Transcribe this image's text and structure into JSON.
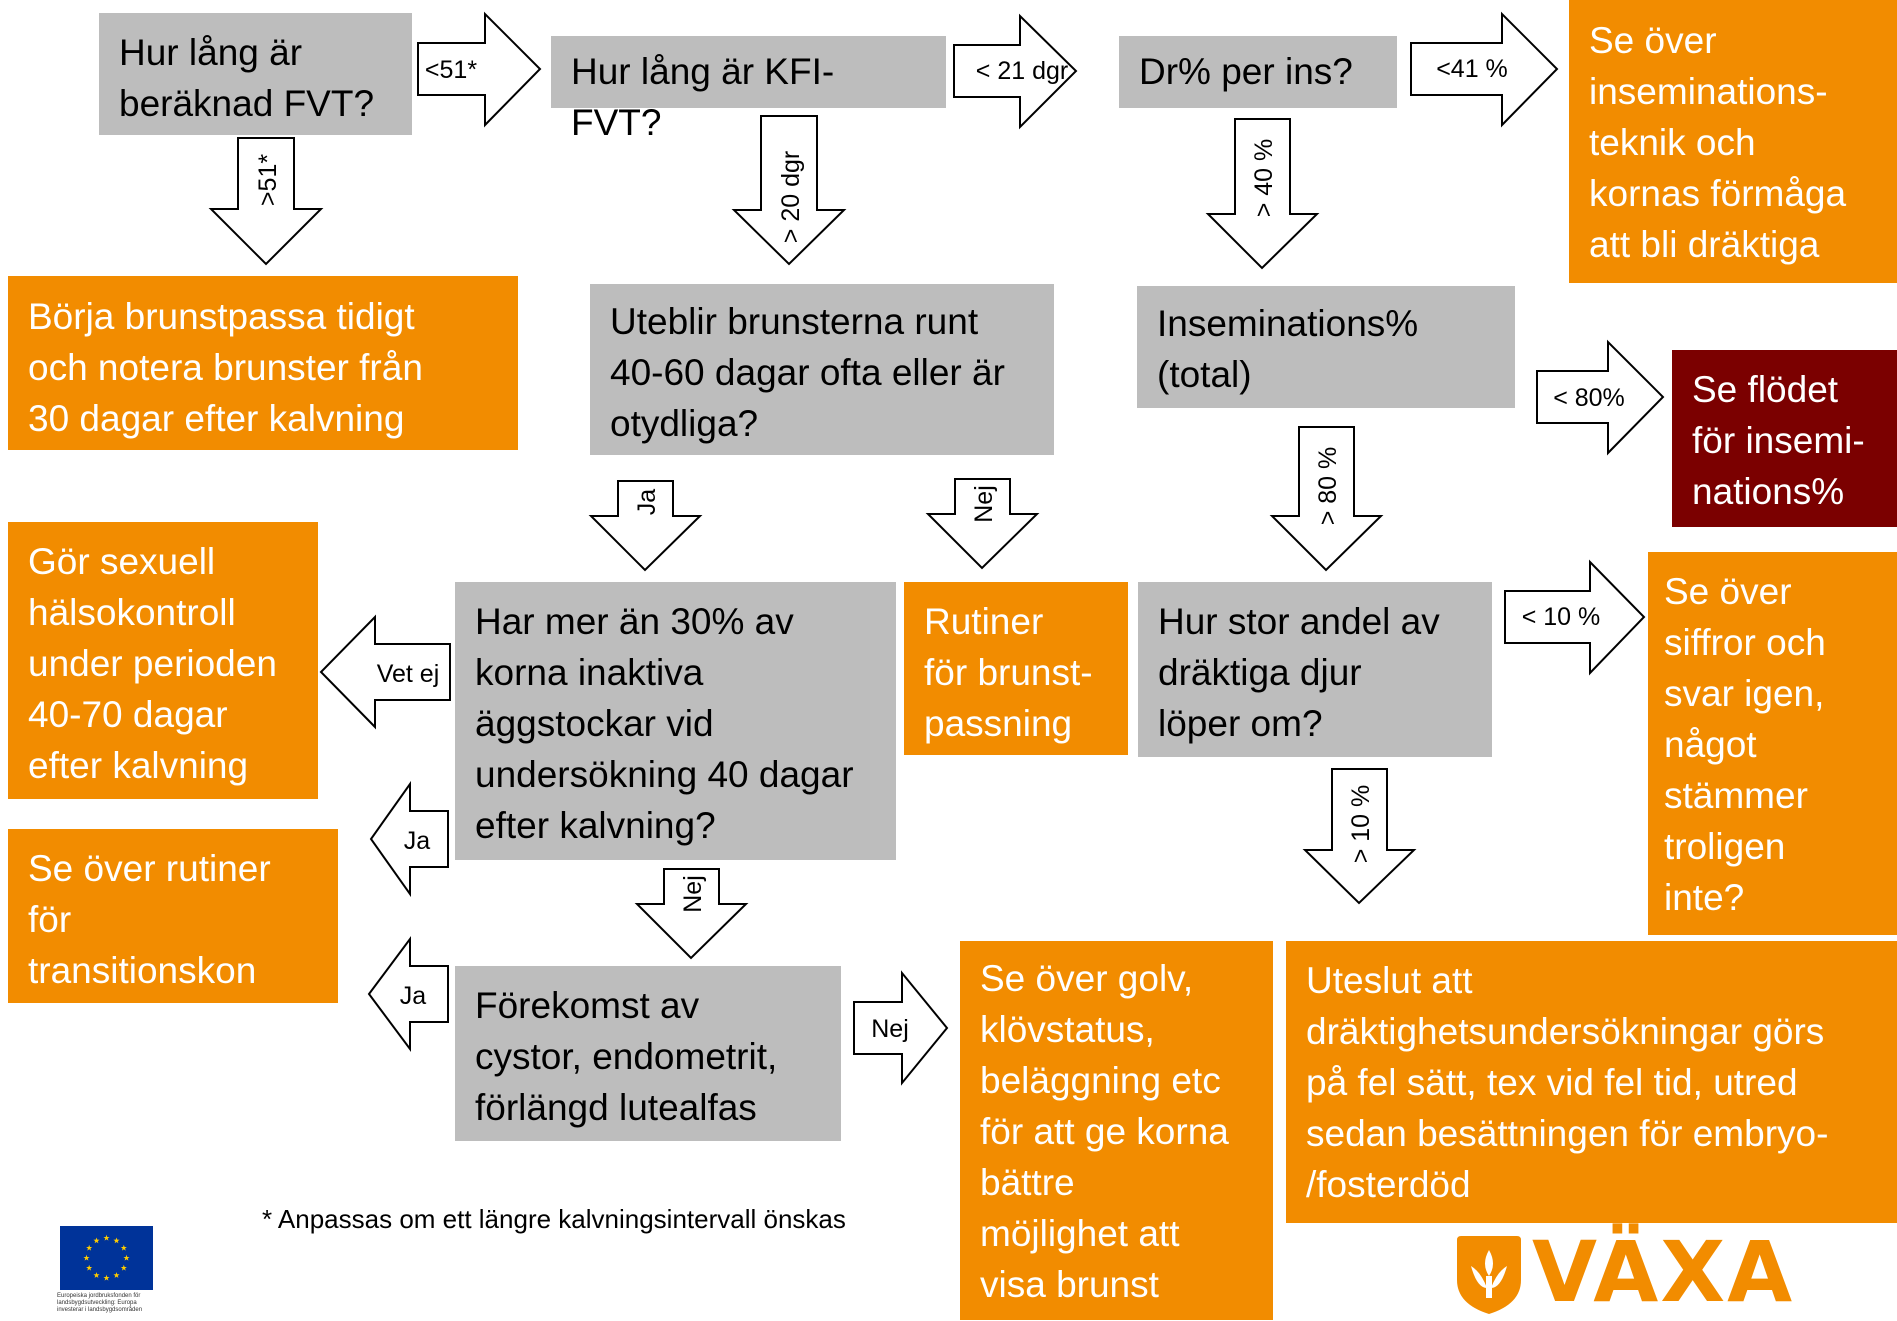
{
  "boxes": {
    "fvt_question": "Hur lång är\nberäknad FVT?",
    "kfi_question": "Hur lång är KFI-FVT?",
    "dr_question": "Dr% per ins?",
    "se_over_insemination": "Se över\ninseminations-\nteknik och\nkornas förmåga\natt bli dräktiga",
    "borja_brunst": "Börja brunstpassa tidigt\noch notera brunster från\n30 dagar efter kalvning",
    "uteblir_brunst": "Uteblir brunsterna runt\n40-60 dagar ofta eller är\notydliga?",
    "ins_total": "Inseminations%\n(total)",
    "se_flodet": "Se flödet\nför insemi-\nnations%",
    "gor_sexuell": "Gör sexuell\nhälsokontroll\nunder perioden\n40-70 dagar\nefter kalvning",
    "har_mer": "Har mer än 30% av\nkorna inaktiva\näggstockar vid\nundersökning 40 dagar\nefter kalvning?",
    "rutiner_brunst": "Rutiner\nför brunst-\npassning",
    "hur_stor": "Hur stor andel av\ndräktiga djur\nlöper om?",
    "se_siffror": "Se över\nsiffror och\nsvar igen,\nnågot\nstämmer\ntroligen\ninte?",
    "se_rutiner_trans": "Se över rutiner\nför\ntransitionskon",
    "forekomst": "Förekomst av\ncystor, endometrit,\nförlängd lutealfas",
    "se_golv": "Se över golv,\nklövstatus,\nbeläggning etc\nför att ge korna\nbättre\nmöjlighet att\nvisa brunst",
    "uteslut": "Uteslut att\ndräktighetsundersökningar görs\npå fel sätt, tex vid fel tid, utred\nsedan besättningen för embryo-\n/fosterdöd"
  },
  "arrows": {
    "lt51": "<51*",
    "gt51": ">51*",
    "lt21": "< 21 dgr",
    "gt20": "> 20 dgr",
    "lt41": "<41 %",
    "gt40": "> 40 %",
    "lt80": "< 80%",
    "gt80": "> 80 %",
    "ja1": "Ja",
    "nej1": "Nej",
    "vet_ej": "Vet ej",
    "lt10": "< 10 %",
    "gt10": "> 10 %",
    "ja2": "Ja",
    "nej2": "Nej",
    "ja3": "Ja",
    "nej3": "Nej"
  },
  "footnote": "* Anpassas om ett längre kalvningsintervall önskas",
  "eu_logo": {
    "caption": "Europeiska jordbruksfonden för landsbygdsutveckling: Europa investerar i landsbygdsområden",
    "flag_color": "#003399",
    "star_color": "#ffcc00"
  },
  "brand": {
    "name": "VÄXA",
    "color": "#f28c00"
  },
  "colors": {
    "question_box": "#bdbdbd",
    "action_box": "#f28c00",
    "link_box": "#7b0000"
  }
}
